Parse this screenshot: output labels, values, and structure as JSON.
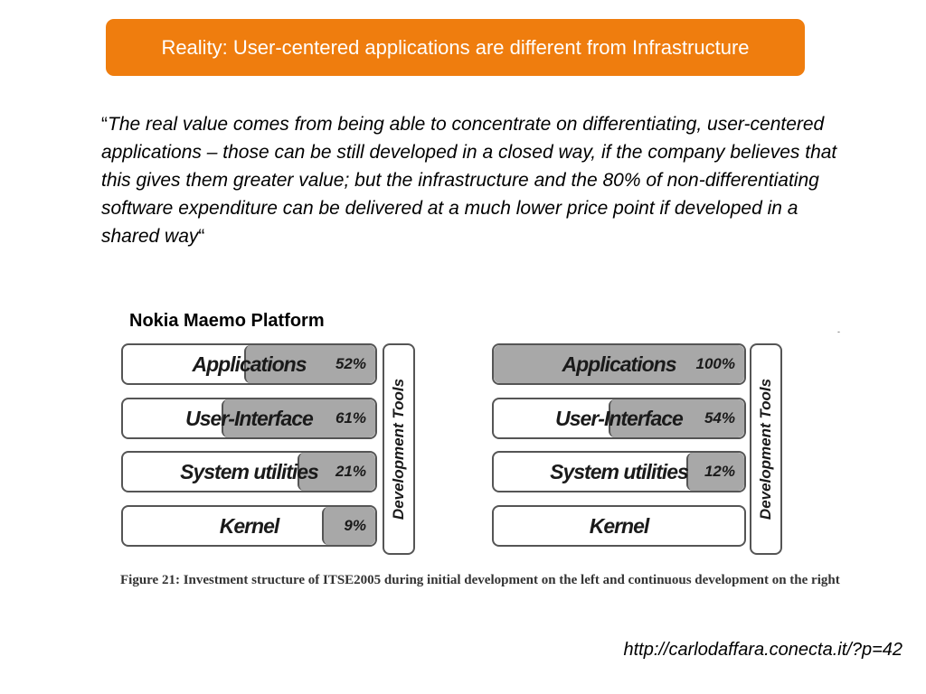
{
  "title": "Reality: User-centered applications are different from Infrastructure",
  "quote": {
    "open_mark": "“",
    "text": "The real value comes from being able to concentrate on differentiating, user-centered applications – those can be still developed in a closed way, if the company believes that this gives them greater value; but the infrastructure and the 80% of non-differentiating software expenditure can be delivered at a much lower price point if developed in a shared way",
    "close_mark": "“"
  },
  "figure": {
    "heading": "Nokia Maemo Platform",
    "tiny_mark": "-",
    "dev_tools_label": "Development Tools",
    "left_stack": [
      {
        "label": "Applications",
        "percent_text": "52%",
        "fill_fraction": 0.52
      },
      {
        "label": "User-Interface",
        "percent_text": "61%",
        "fill_fraction": 0.61
      },
      {
        "label": "System utilities",
        "percent_text": "21%",
        "fill_fraction": 0.31
      },
      {
        "label": "Kernel",
        "percent_text": "9%",
        "fill_fraction": 0.21
      }
    ],
    "right_stack": [
      {
        "label": "Applications",
        "percent_text": "100%",
        "fill_fraction": 1.0
      },
      {
        "label": "User-Interface",
        "percent_text": "54%",
        "fill_fraction": 0.54
      },
      {
        "label": "System utilities",
        "percent_text": "12%",
        "fill_fraction": 0.23
      },
      {
        "label": "Kernel",
        "percent_text": "",
        "fill_fraction": 0
      }
    ],
    "caption": "Figure 21: Investment structure of ITSE2005 during initial development on the left and continuous development on the right"
  },
  "source_url": "http://carlodaffara.conecta.it/?p=42"
}
